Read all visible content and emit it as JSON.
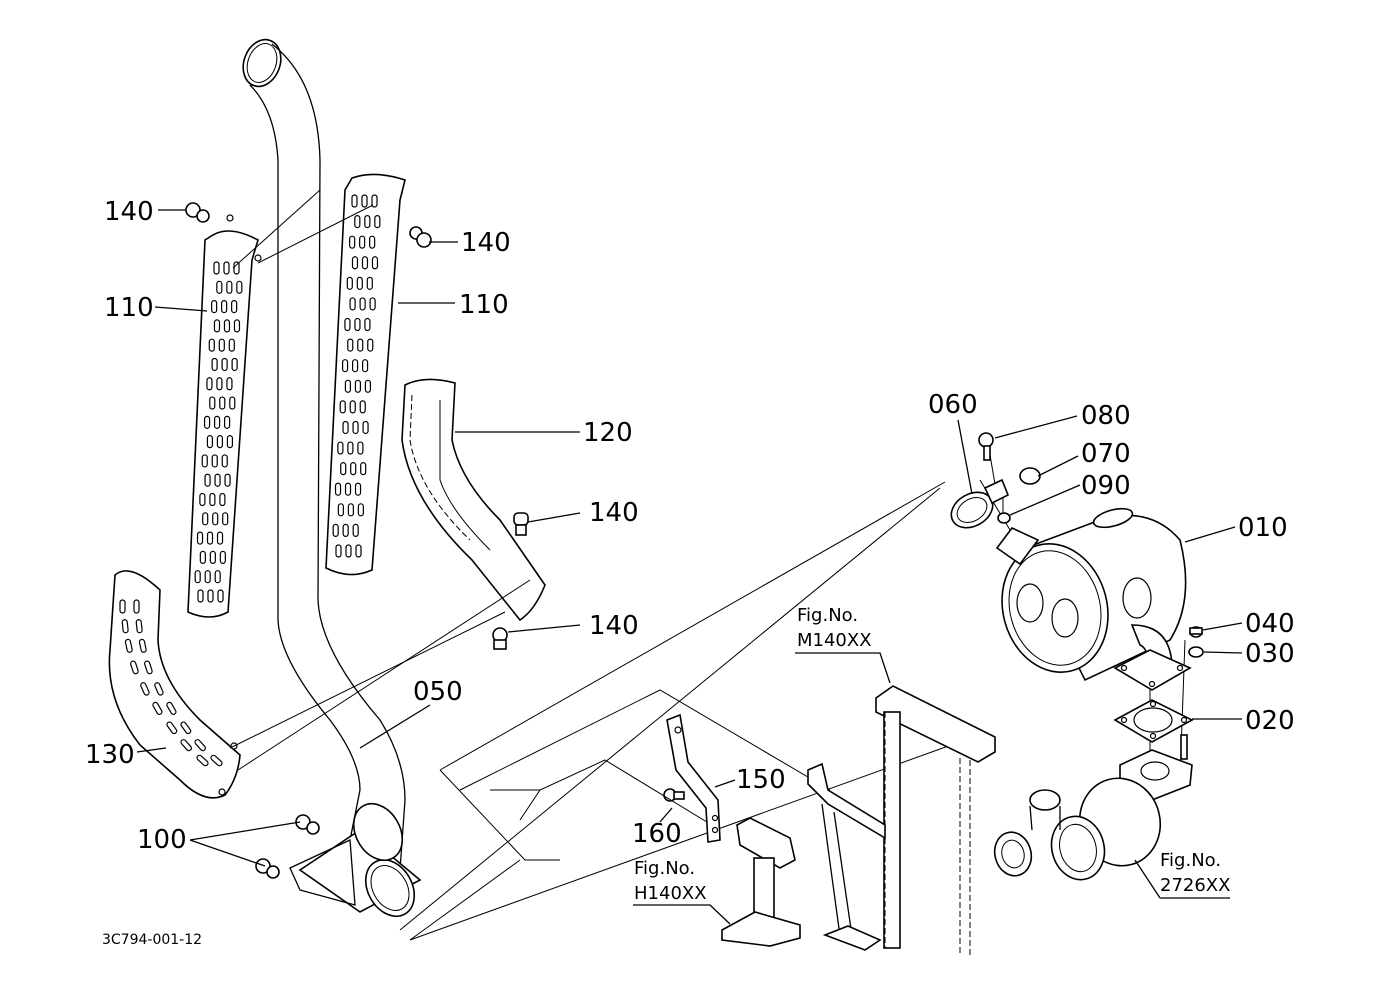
{
  "diagram": {
    "title": "Exhaust / Muffler Parts Diagram",
    "drawing_code": "3C794-001-12",
    "callouts": [
      {
        "id": "010",
        "part": "muffler"
      },
      {
        "id": "020",
        "part": "gasket"
      },
      {
        "id": "030",
        "part": "washer"
      },
      {
        "id": "040",
        "part": "nut"
      },
      {
        "id": "050",
        "part": "exhaust-pipe"
      },
      {
        "id": "060",
        "part": "clamp"
      },
      {
        "id": "070",
        "part": "cushion"
      },
      {
        "id": "080",
        "part": "bolt"
      },
      {
        "id": "090",
        "part": "collar"
      },
      {
        "id": "100",
        "part": "bolt"
      },
      {
        "id": "110",
        "part": "heat-shield"
      },
      {
        "id": "120",
        "part": "heat-shield-elbow"
      },
      {
        "id": "130",
        "part": "heat-shield-lower"
      },
      {
        "id": "140",
        "part": "bolt"
      },
      {
        "id": "150",
        "part": "stay"
      },
      {
        "id": "160",
        "part": "bolt"
      }
    ],
    "labels": {
      "l010": "010",
      "l020": "020",
      "l030": "030",
      "l040": "040",
      "l050": "050",
      "l060": "060",
      "l070": "070",
      "l080": "080",
      "l090": "090",
      "l100": "100",
      "l110a": "110",
      "l110b": "110",
      "l120": "120",
      "l130": "130",
      "l140a": "140",
      "l140b": "140",
      "l140c": "140",
      "l140d": "140",
      "l150": "150",
      "l160": "160"
    },
    "figure_refs": [
      {
        "line1": "Fig.No.",
        "line2": "M140XX"
      },
      {
        "line1": "Fig.No.",
        "line2": "H140XX"
      },
      {
        "line1": "Fig.No.",
        "line2": "2726XX"
      }
    ]
  }
}
